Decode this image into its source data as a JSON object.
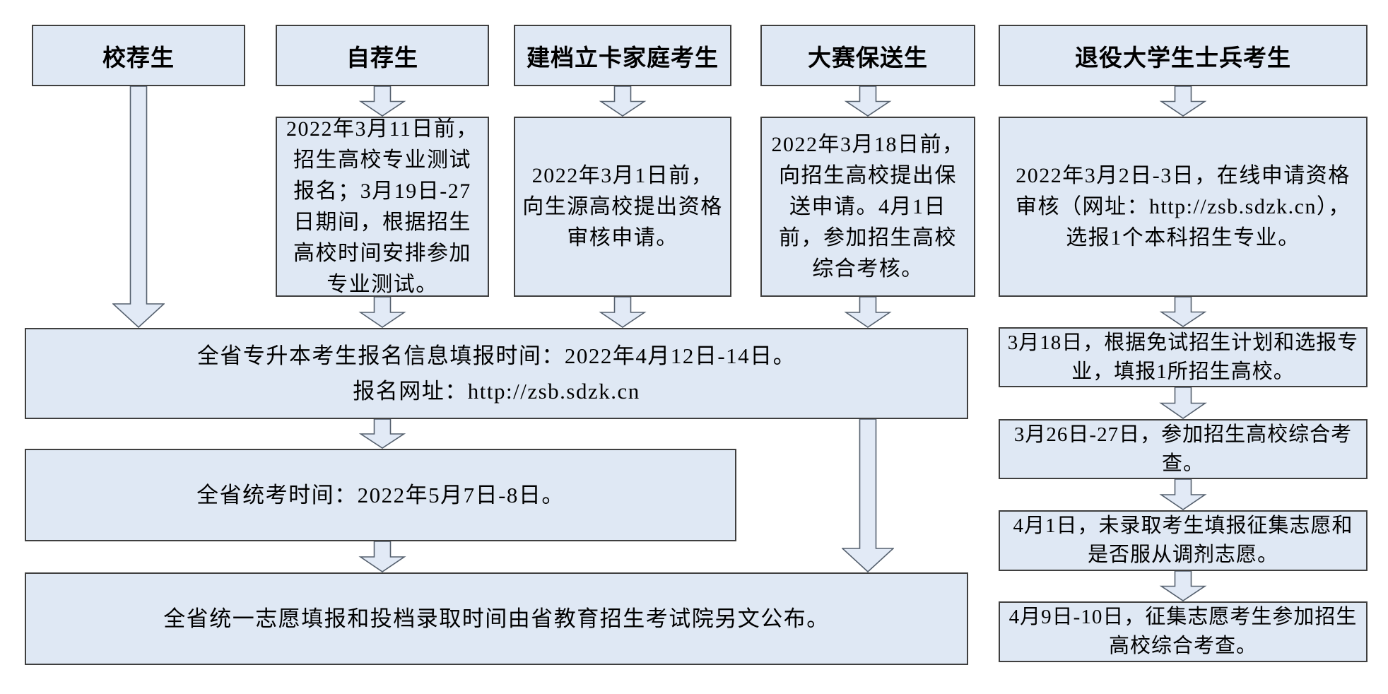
{
  "palette": {
    "box_fill": "#dfe8f4",
    "box_border": "#3f3f3f",
    "arrow_fill": "#e2eaf6",
    "arrow_border": "#55606e",
    "text_color": "#000000",
    "background": "#ffffff"
  },
  "columns": [
    {
      "header": "校荐生",
      "detail": null
    },
    {
      "header": "自荐生",
      "detail": "2022年3月11日前，招生高校专业测试报名；3月19日-27日期间，根据招生高校时间安排参加专业测试。"
    },
    {
      "header": "建档立卡家庭考生",
      "detail": "2022年3月1日前，向生源高校提出资格审核申请。"
    },
    {
      "header": "大赛保送生",
      "detail": "2022年3月18日前，向招生高校提出保送申请。4月1日前，参加招生高校综合考核。"
    },
    {
      "header": "退役大学生士兵考生",
      "detail": "2022年3月2日-3日，在线申请资格审核（网址：http://zsb.sdzk.cn），选报1个本科招生专业。"
    }
  ],
  "main_flow": {
    "registration": {
      "line1": "全省专升本考生报名信息填报时间：2022年4月12日-14日。",
      "line2": "报名网址：http://zsb.sdzk.cn"
    },
    "exam": "全省统考时间：2022年5月7日-8日。",
    "admission": "全省统一志愿填报和投档录取时间由省教育招生考试院另文公布。"
  },
  "veteran_flow": {
    "steps": [
      "3月18日，根据免试招生计划和选报专业，填报1所招生高校。",
      "3月26日-27日，参加招生高校综合考查。",
      "4月1日，未录取考生填报征集志愿和是否服从调剂志愿。",
      "4月9日-10日，征集志愿考生参加招生高校综合考查。"
    ]
  }
}
